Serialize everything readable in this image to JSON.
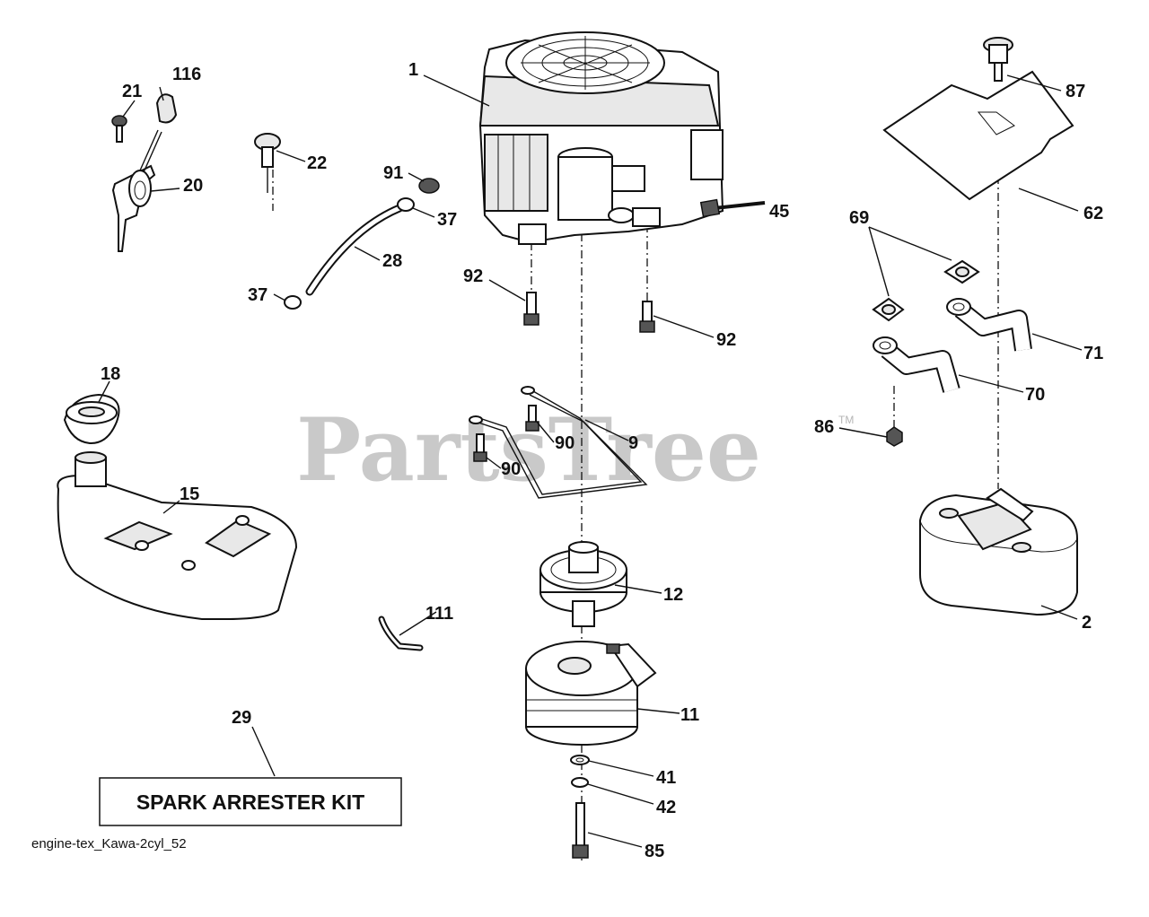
{
  "watermark": {
    "text": "PartsTree",
    "tm": "TM"
  },
  "kit_box": {
    "label": "SPARK ARRESTER KIT"
  },
  "footer": {
    "code": "engine-tex_Kawa-2cyl_52"
  },
  "callouts": [
    {
      "id": "c1",
      "text": "1"
    },
    {
      "id": "c2",
      "text": "2"
    },
    {
      "id": "c9",
      "text": "9"
    },
    {
      "id": "c11",
      "text": "11"
    },
    {
      "id": "c12",
      "text": "12"
    },
    {
      "id": "c15",
      "text": "15"
    },
    {
      "id": "c18",
      "text": "18"
    },
    {
      "id": "c20",
      "text": "20"
    },
    {
      "id": "c21",
      "text": "21"
    },
    {
      "id": "c22",
      "text": "22"
    },
    {
      "id": "c28",
      "text": "28"
    },
    {
      "id": "c29",
      "text": "29"
    },
    {
      "id": "c37a",
      "text": "37"
    },
    {
      "id": "c37b",
      "text": "37"
    },
    {
      "id": "c41",
      "text": "41"
    },
    {
      "id": "c42",
      "text": "42"
    },
    {
      "id": "c45",
      "text": "45"
    },
    {
      "id": "c62",
      "text": "62"
    },
    {
      "id": "c69",
      "text": "69"
    },
    {
      "id": "c70",
      "text": "70"
    },
    {
      "id": "c71",
      "text": "71"
    },
    {
      "id": "c85",
      "text": "85"
    },
    {
      "id": "c86",
      "text": "86"
    },
    {
      "id": "c87",
      "text": "87"
    },
    {
      "id": "c90a",
      "text": "90"
    },
    {
      "id": "c90b",
      "text": "90"
    },
    {
      "id": "c91",
      "text": "91"
    },
    {
      "id": "c92a",
      "text": "92"
    },
    {
      "id": "c92b",
      "text": "92"
    },
    {
      "id": "c111",
      "text": "111"
    },
    {
      "id": "c116",
      "text": "116"
    }
  ]
}
